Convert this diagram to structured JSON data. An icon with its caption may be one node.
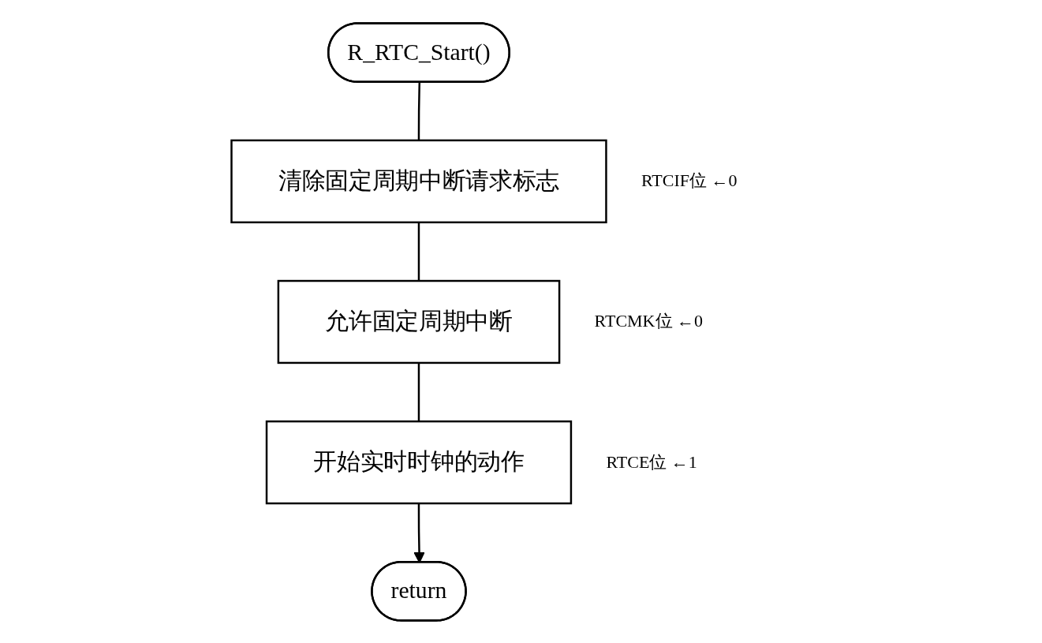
{
  "diagram": {
    "nodes": [
      {
        "text": [
          "R_RTC_Start()"
        ]
      },
      {
        "text": [
          "清除固定周期中断请求标志"
        ],
        "beside": [
          "RTCIF位 ←0"
        ]
      },
      {
        "text": [
          "允许固定周期中断"
        ],
        "beside": [
          "RTCMK位 ←0"
        ]
      },
      {
        "text": [
          "开始实时时钟的动作"
        ],
        "beside": [
          "RTCE位 ←1"
        ]
      },
      {
        "text": [
          "return"
        ]
      }
    ],
    "edges": [
      {
        "from": 0,
        "to": 1,
        "arrow": "none"
      },
      {
        "from": 1,
        "to": 2,
        "arrow": "none"
      },
      {
        "from": 2,
        "to": 3,
        "arrow": "none"
      },
      {
        "from": 3,
        "to": 4,
        "arrow": "to"
      }
    ]
  }
}
